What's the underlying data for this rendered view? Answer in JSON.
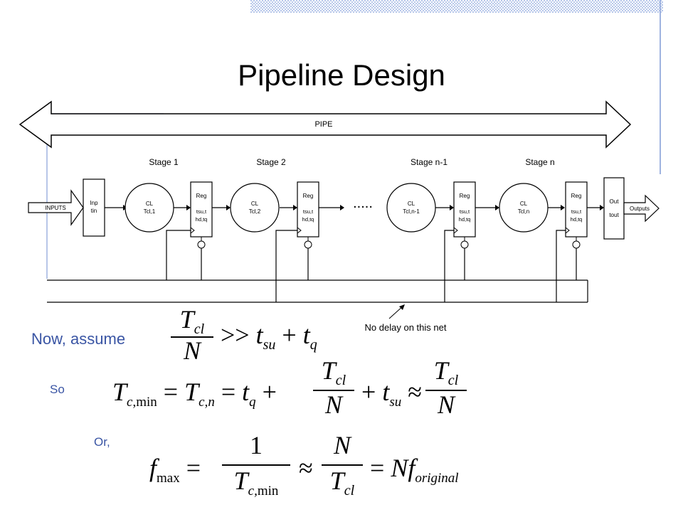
{
  "slide": {
    "title": "Pipeline Design",
    "pipe_label": "PIPE",
    "stages": [
      "Stage 1",
      "Stage 2",
      "Stage n-1",
      "Stage n"
    ],
    "input_arrow": "INPUTS",
    "input_block": [
      "Inp",
      "tin"
    ],
    "cl_blocks": [
      {
        "top": "CL",
        "bottom": "Tcl,1"
      },
      {
        "top": "CL",
        "bottom": "Tcl,2"
      },
      {
        "top": "CL",
        "bottom": "Tcl,n-1"
      },
      {
        "top": "CL",
        "bottom": "Tcl,n"
      }
    ],
    "reg_blocks": [
      {
        "label": "Reg",
        "line1": "tsu,t",
        "line2": "hd,tq"
      },
      {
        "label": "Reg",
        "line1": "tsu,t",
        "line2": "hd,tq"
      },
      {
        "label": "Reg",
        "line1": "tsu,t",
        "line2": "hd,tq"
      },
      {
        "label": "Reg",
        "line1": "tsu,t",
        "line2": "hd,tq"
      }
    ],
    "dots": ".....",
    "output_block": [
      "Out",
      "tout"
    ],
    "output_arrow": "Outputs",
    "net_note": "No delay on this net",
    "now_assume": "Now,  assume",
    "so": "So",
    "or": "Or,",
    "colors": {
      "accent": "#3a55a4",
      "decor": "#8ea6d8"
    }
  }
}
